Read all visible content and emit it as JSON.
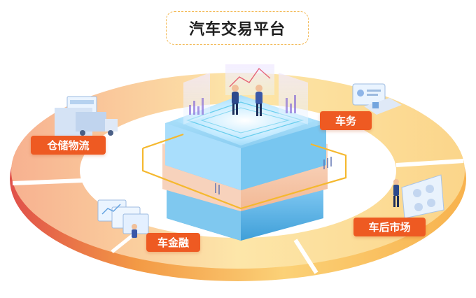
{
  "title": "汽车交易平台",
  "segments": [
    {
      "id": "logistics",
      "label": "仓储物流"
    },
    {
      "id": "service",
      "label": "车务"
    },
    {
      "id": "aftermarket",
      "label": "车后市场"
    },
    {
      "id": "finance",
      "label": "车金融"
    }
  ],
  "colors": {
    "ring_warm_left": "#e25a47",
    "ring_orange": "#f39a45",
    "ring_yellow": "#fbd177",
    "tag_bg": "#ee5a22",
    "platform_blue": "#7ecdf0",
    "platform_peach": "#f8cbb0",
    "outline_gold": "#f3b955"
  }
}
